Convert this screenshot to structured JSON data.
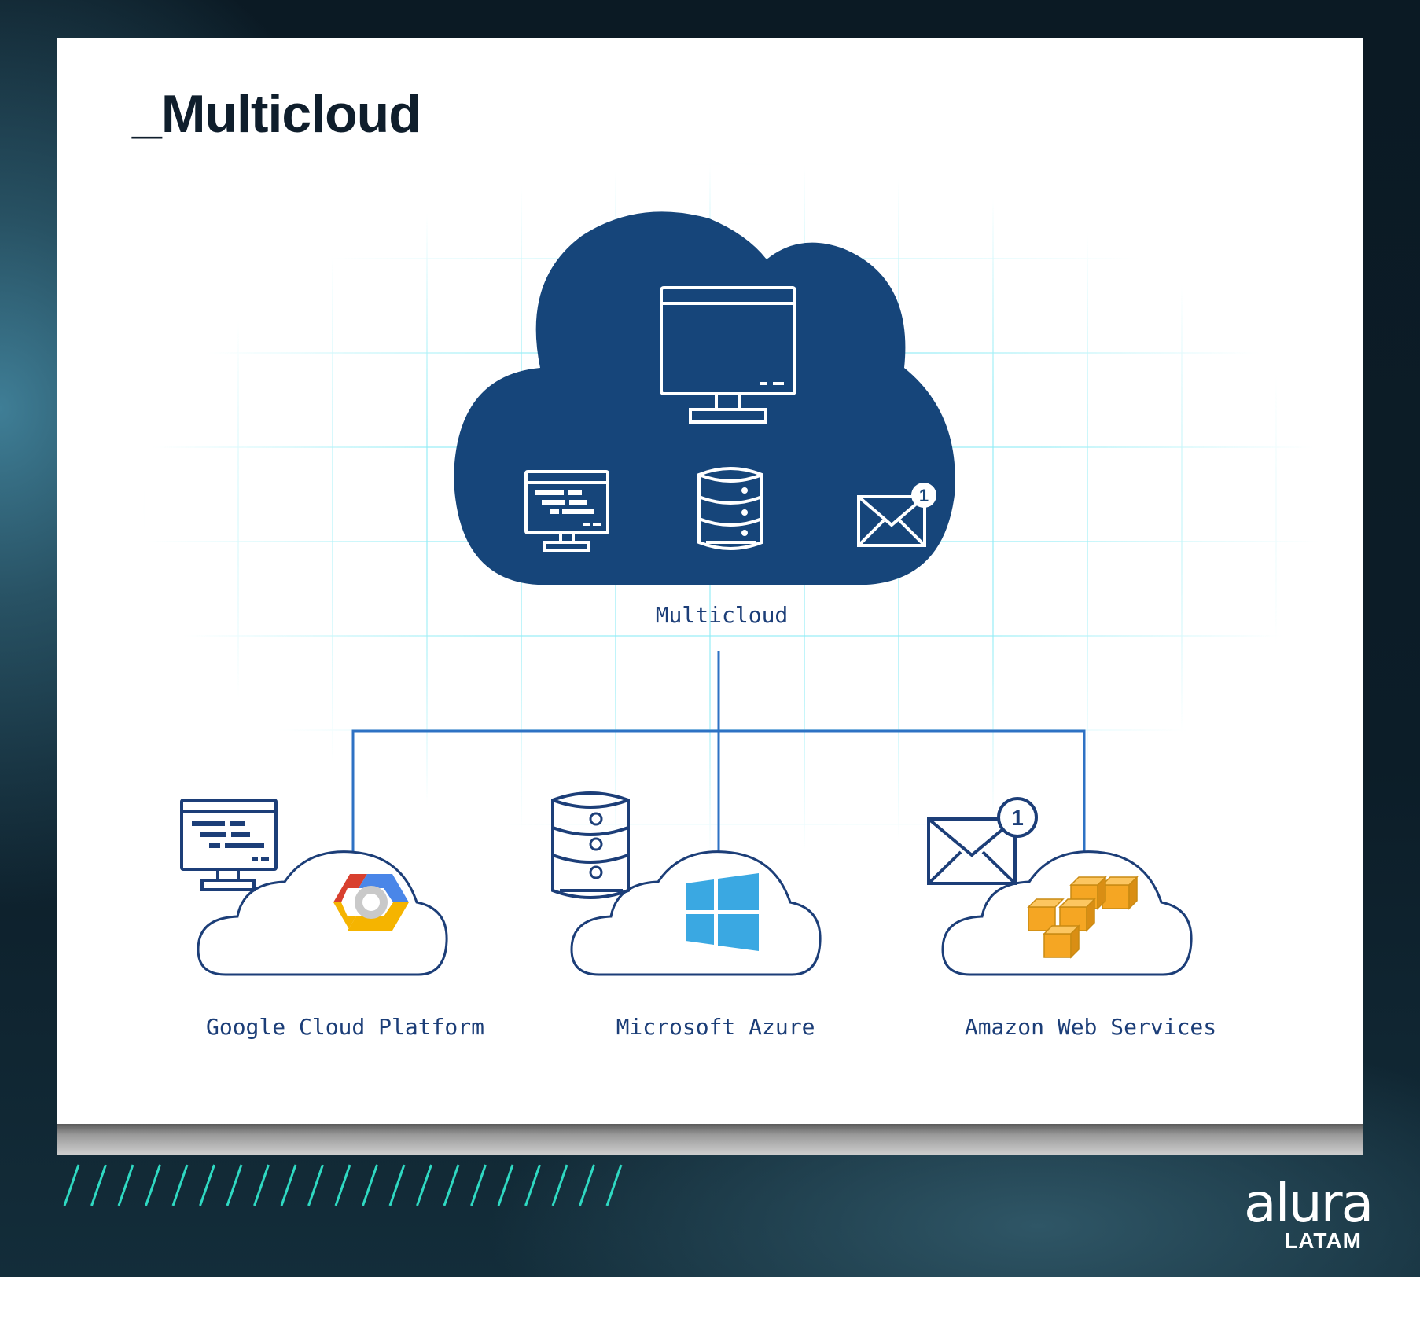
{
  "slide": {
    "title": "_Multicloud"
  },
  "diagram": {
    "central_cloud_label": "Multicloud",
    "central_icons": [
      "monitor-icon",
      "code-screen-icon",
      "database-icon",
      "mail-notification-icon"
    ],
    "central_mail_badge": "1",
    "providers": [
      {
        "label": "Google Cloud Platform",
        "logo": "google-cloud-logo",
        "side_icon": "code-screen-icon"
      },
      {
        "label": "Microsoft Azure",
        "logo": "windows-logo",
        "side_icon": "database-icon"
      },
      {
        "label": "Amazon Web Services",
        "logo": "aws-cubes-logo",
        "side_icon": "mail-notification-icon",
        "badge": "1"
      }
    ]
  },
  "branding": {
    "logo_text": "alura",
    "logo_subtext": "LATAM"
  },
  "colors": {
    "navy": "#16457a",
    "outline": "#1c3e78",
    "connector": "#2e72c4",
    "grid": "#8cecf5",
    "accent_slash": "#2fd9c2",
    "gcp_red": "#d8402f",
    "gcp_yellow": "#f5b400",
    "gcp_blue": "#4a86e8",
    "azure_blue": "#3aa8e2",
    "aws_orange": "#f5a623"
  }
}
